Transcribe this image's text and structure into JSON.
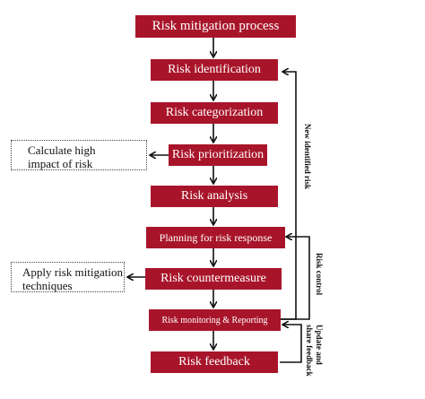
{
  "flow": {
    "title": "Risk mitigation process",
    "steps": [
      "Risk identification",
      "Risk categorization",
      "Risk prioritization",
      "Risk analysis",
      "Planning for risk response",
      "Risk countermeasure",
      "Risk monitoring & Reporting",
      "Risk feedback"
    ]
  },
  "notes": {
    "prioritization_lines": [
      "Calculate high",
      "impact of risk"
    ],
    "countermeasure_lines": [
      "Apply risk mitigation",
      "techniques"
    ]
  },
  "loops": {
    "new_identified_risk": "New identified risk",
    "risk_control": "Risk control",
    "update_line1": "Update and",
    "update_line2": "share feedback"
  },
  "colors": {
    "box_fill": "#a8152a",
    "box_text": "#ffffff",
    "line": "#111111"
  }
}
